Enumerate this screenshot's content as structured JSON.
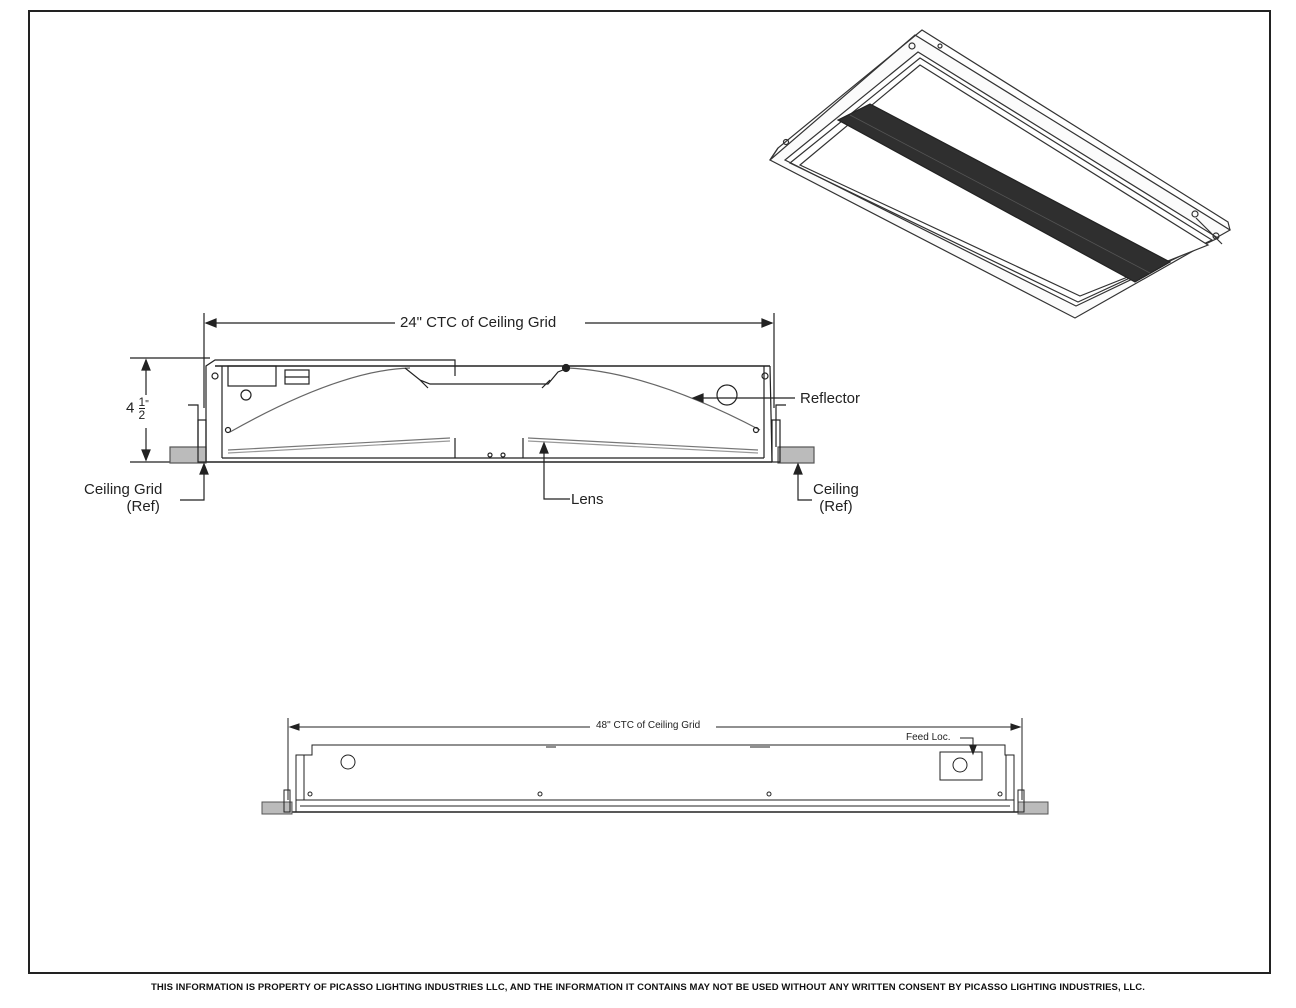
{
  "section_view": {
    "width_dimension": "24\" CTC of Ceiling Grid",
    "height_dimension_whole": "4",
    "height_dimension_numerator": "1",
    "height_dimension_denominator": "2",
    "height_dimension_unit": "\"",
    "reflector_label": "Reflector",
    "ceiling_grid_label_line1": "Ceiling Grid",
    "ceiling_grid_label_line2": "(Ref)",
    "lens_label": "Lens",
    "ceiling_label_line1": "Ceiling",
    "ceiling_label_line2": "(Ref)"
  },
  "side_view": {
    "length_dimension": "48\" CTC of Ceiling Grid",
    "feed_label": "Feed Loc."
  },
  "footer": {
    "notice": "THIS INFORMATION IS PROPERTY OF PICASSO LIGHTING INDUSTRIES LLC, AND THE INFORMATION IT CONTAINS MAY NOT BE USED WITHOUT ANY WRITTEN CONSENT BY PICASSO LIGHTING INDUSTRIES, LLC."
  }
}
